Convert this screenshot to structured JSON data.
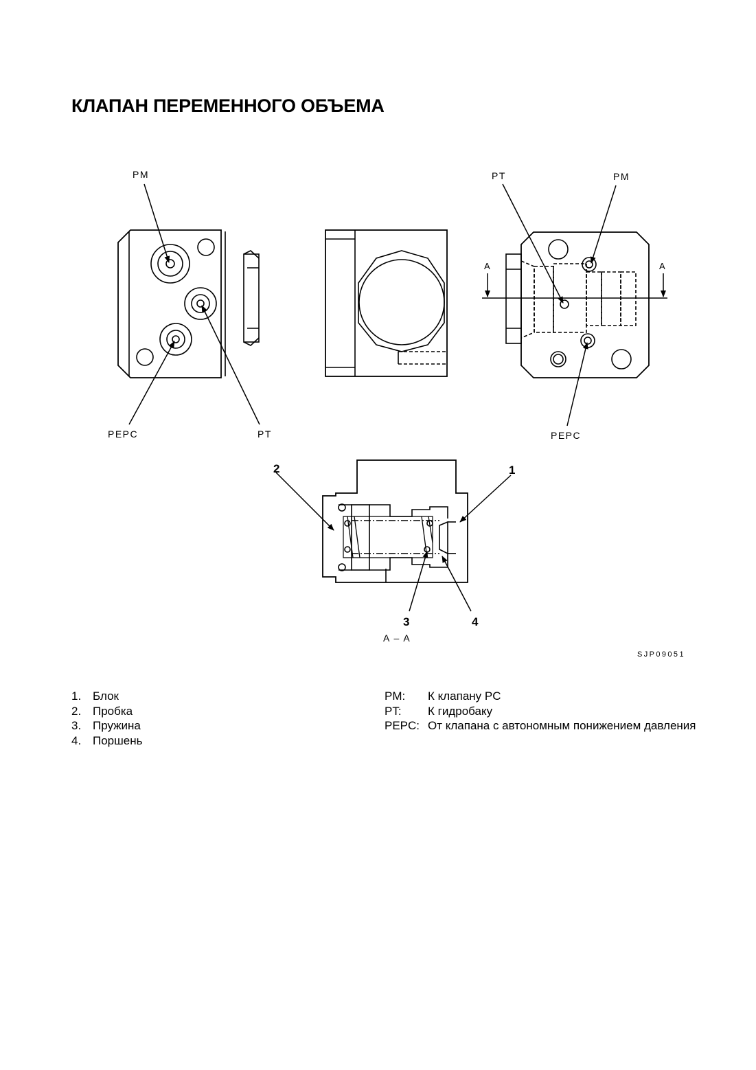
{
  "title": "КЛАПАН ПЕРЕМЕННОГО ОБЪЕМА",
  "drawing": {
    "view1": {
      "pm": "PM",
      "pepc": "PEPC",
      "pt": "PT"
    },
    "view3": {
      "pt": "PT",
      "pm": "PM",
      "pepc": "PEPC",
      "section_left": "A",
      "section_right": "A"
    },
    "section": {
      "n1": "1",
      "n2": "2",
      "n3": "3",
      "n4": "4",
      "label": "A – A"
    },
    "code": "SJP09051"
  },
  "legend_left": [
    {
      "num": "1.",
      "text": "Блок"
    },
    {
      "num": "2.",
      "text": "Пробка"
    },
    {
      "num": "3.",
      "text": "Пружина"
    },
    {
      "num": "4.",
      "text": "Поршень"
    }
  ],
  "legend_right": [
    {
      "abbr": "PM:",
      "text": "К клапану PC"
    },
    {
      "abbr": "PT:",
      "text": "К гидробаку"
    },
    {
      "abbr": "PEPC:",
      "text": "От клапана с автономным понижением давления"
    }
  ]
}
